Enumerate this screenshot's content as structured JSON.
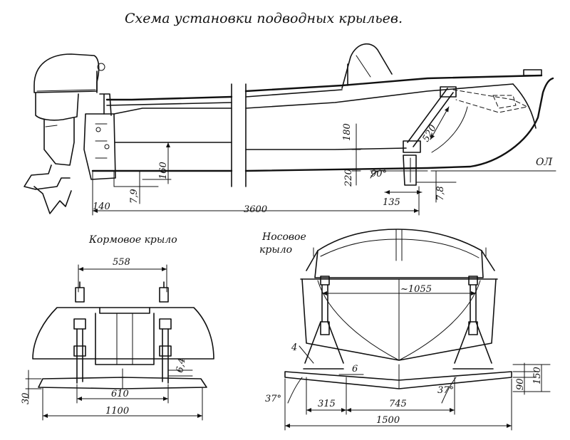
{
  "title": "Схема установки подводных крыльев.",
  "side_view": {
    "dims": {
      "d180": "180",
      "d520": "520",
      "d160": "160",
      "d220": "220",
      "d90deg": "90°",
      "d79": "7,9",
      "d78": "7,8",
      "d135": "135",
      "d140": "140",
      "d3600": "3600"
    },
    "waterline": "ОЛ"
  },
  "rear_view": {
    "label": "Кормовое крыло",
    "dims": {
      "d558": "558",
      "d64": "6,4",
      "d610": "610",
      "d1100": "1100",
      "d30": "30"
    }
  },
  "front_view": {
    "label_line1": "Носовое",
    "label_line2": "крыло",
    "dims": {
      "d1055": "~1055",
      "d4": "4",
      "d6": "6",
      "d90": "90",
      "d150": "150",
      "d37l": "37°",
      "d315": "315",
      "d745": "745",
      "d37r": "37°",
      "d1500": "1500"
    }
  }
}
